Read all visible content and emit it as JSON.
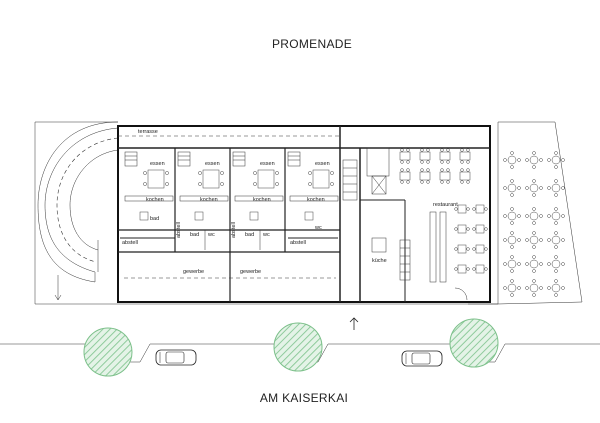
{
  "streets": {
    "top": "PROMENADE",
    "bottom": "AM KAISERKAI"
  },
  "rooms": {
    "terrace": "terrasse",
    "essen": "essen",
    "kochen": "kochen",
    "bad": "bad",
    "wc": "wc",
    "abstell": "abstell",
    "gewerbe": "gewerbe",
    "restaurant": "restaurant",
    "kueche": "küche"
  },
  "colors": {
    "line": "#222222",
    "tree_stroke": "#7cc08a",
    "tree_fill": "#cfe9d4"
  },
  "icons": [
    "entrance-arrow-icon",
    "tree-icon",
    "car-icon"
  ]
}
